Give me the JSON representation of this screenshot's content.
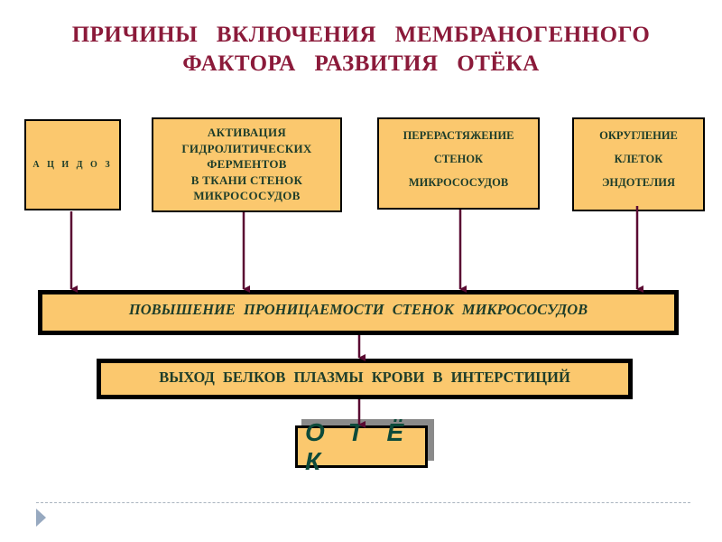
{
  "title": {
    "line1": "ПРИЧИНЫ ВКЛЮЧЕНИЯ МЕМБРАНОГЕННОГО",
    "line2": "ФАКТОРА РАЗВИТИЯ ОТЁКА"
  },
  "causes": [
    {
      "lines": [
        "А Ц И Д О З"
      ]
    },
    {
      "lines": [
        "АКТИВАЦИЯ",
        "ГИДРОЛИТИЧЕСКИХ",
        "ФЕРМЕНТОВ",
        "В ТКАНИ СТЕНОК",
        "МИКРОСОСУДОВ"
      ]
    },
    {
      "lines": [
        "ПЕРЕРАСТЯЖЕНИЕ",
        "СТЕНОК",
        "МИКРОСОСУДОВ"
      ]
    },
    {
      "lines": [
        "ОКРУГЛЕНИЕ",
        "КЛЕТОК",
        "ЭНДОТЕЛИЯ"
      ]
    }
  ],
  "effect1": "ПОВЫШЕНИЕ ПРОНИЦАЕМОСТИ СТЕНОК МИКРОСОСУДОВ",
  "effect2": "ВЫХОД БЕЛКОВ ПЛАЗМЫ КРОВИ В ИНТЕРСТИЦИЙ",
  "result": "О Т Ё К",
  "colors": {
    "title": "#8b1a3a",
    "box_fill": "#fbc86e",
    "box_text": "#1d3d2a",
    "arrow": "#5a0a32",
    "shadow": "#8a8a8a"
  },
  "icons": {
    "nav": "next-slide-triangle-icon"
  }
}
